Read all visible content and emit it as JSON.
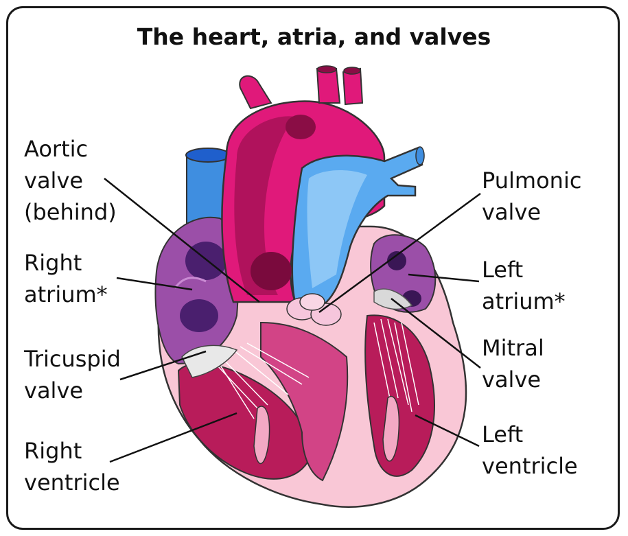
{
  "title": "The heart, atria, and valves",
  "labels": {
    "aortic_valve": [
      "Aortic",
      "valve",
      "(behind)"
    ],
    "right_atrium": [
      "Right",
      "atrium*"
    ],
    "tricuspid_valve": [
      "Tricuspid",
      "valve"
    ],
    "right_ventricle": [
      "Right",
      "ventricle"
    ],
    "pulmonic_valve": [
      "Pulmonic",
      "valve"
    ],
    "left_atrium": [
      "Left",
      "atrium*"
    ],
    "mitral_valve": [
      "Mitral",
      "valve"
    ],
    "left_ventricle": [
      "Left",
      "ventricle"
    ]
  },
  "colors": {
    "aorta": "#e0197a",
    "pulmonary_artery": "#5aaaf0",
    "vena_cava": "#3f8ee0",
    "atrium": "#9b4fa8",
    "myocardium": "#f8c3d3",
    "ventricle_cavity": "#b81c5a",
    "septum": "#c43a78"
  }
}
